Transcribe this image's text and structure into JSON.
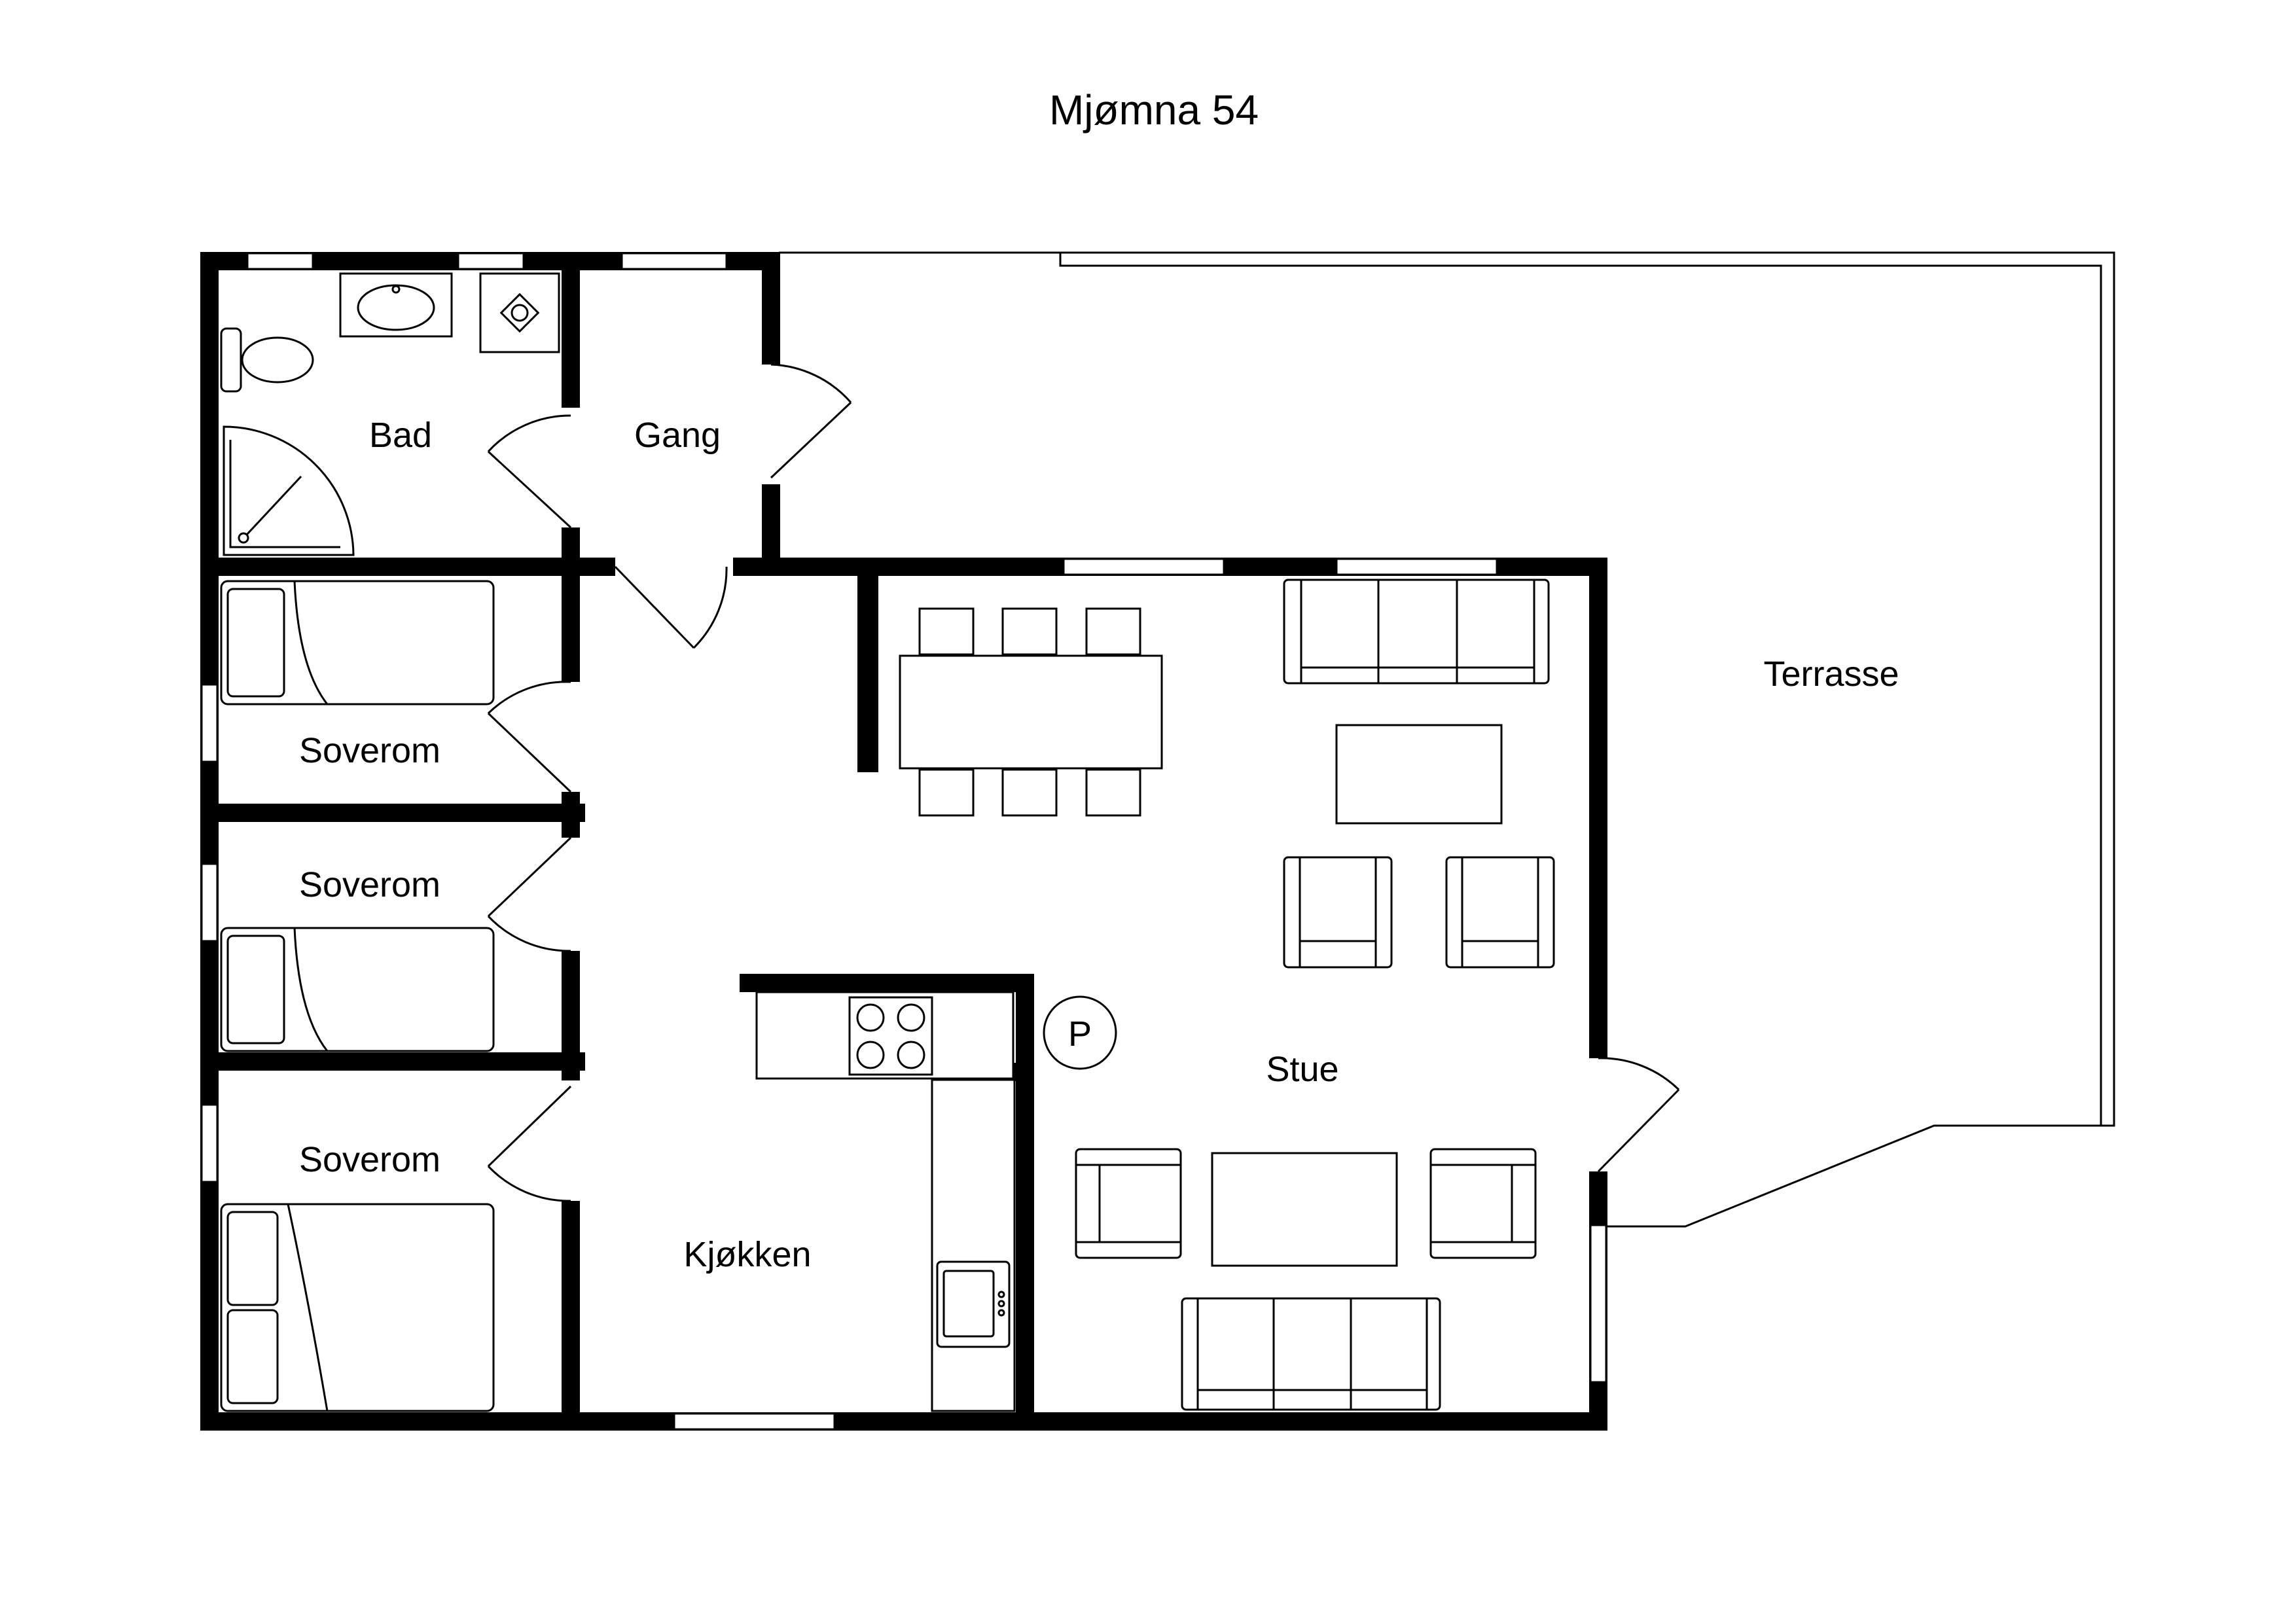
{
  "title": "Mjømna 54",
  "rooms": {
    "bad": "Bad",
    "gang": "Gang",
    "soverom1": "Soverom",
    "soverom2": "Soverom",
    "soverom3": "Soverom",
    "kjokken": "Kjøkken",
    "stue": "Stue",
    "terrasse": "Terrasse"
  },
  "symbols": {
    "parking": "P"
  },
  "colors": {
    "wall": "#000000",
    "background": "#ffffff"
  }
}
